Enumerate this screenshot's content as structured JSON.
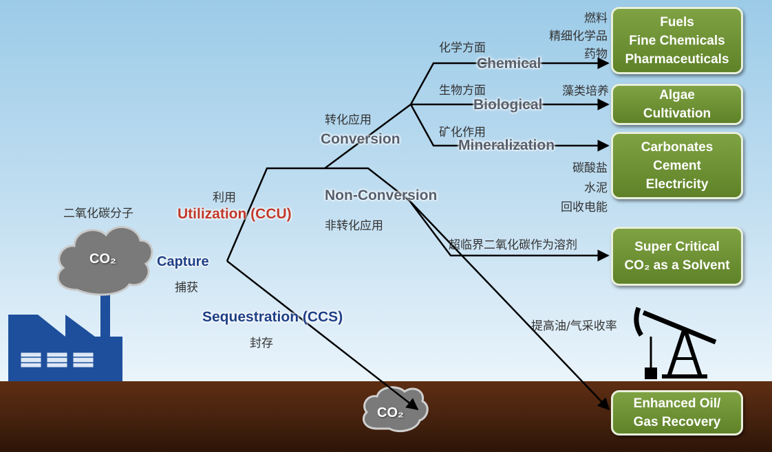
{
  "source": {
    "caption_cn": "二氧化碳分子",
    "cloud_label": "CO₂"
  },
  "capture": {
    "en": "Capture",
    "cn": "捕获"
  },
  "utilization": {
    "cn": "利用",
    "en": "Utilization (CCU)"
  },
  "sequestration": {
    "en": "Sequestration (CCS)",
    "cn": "封存"
  },
  "conversion": {
    "cn": "转化应用",
    "en": "Conversion"
  },
  "non_conversion": {
    "en": "Non-Conversion",
    "cn": "非转化应用"
  },
  "chemical": {
    "cn": "化学方面",
    "en": "Chemical"
  },
  "biological": {
    "cn": "生物方面",
    "en": "Biological"
  },
  "mineralization": {
    "cn": "矿化作用",
    "en": "Mineralization"
  },
  "products": {
    "chemical_cn": [
      "燃料",
      "精细化学品",
      "药物"
    ],
    "algae_cn": "藻类培养",
    "mineral_cn": [
      "碳酸盐",
      "水泥",
      "回收电能"
    ],
    "solvent_cn": "超临界二氧化碳作为溶剂",
    "eor_cn": "提高油/气采收率"
  },
  "boxes": {
    "fuels": [
      "Fuels",
      "Fine Chemicals",
      "Pharmaceuticals"
    ],
    "algae": [
      "Algae",
      "Cultivation"
    ],
    "carbonates": [
      "Carbonates",
      "Cement",
      "Electricity"
    ],
    "solvent": [
      "Super Critical",
      "CO₂ as a Solvent"
    ],
    "eor": [
      "Enhanced Oil/",
      "Gas Recovery"
    ]
  },
  "underground": {
    "cloud_label": "CO₂"
  },
  "colors": {
    "sky_top": "#9ccbe8",
    "ground": "#4a2410",
    "box_green": "#6d8f33",
    "factory_blue": "#1e4f9c",
    "label_blue": "#1f3f86",
    "label_red": "#c0392b",
    "label_grey": "#555f6e"
  },
  "icons": [
    "factory-icon",
    "co2-cloud-icon",
    "oil-pump-icon"
  ]
}
